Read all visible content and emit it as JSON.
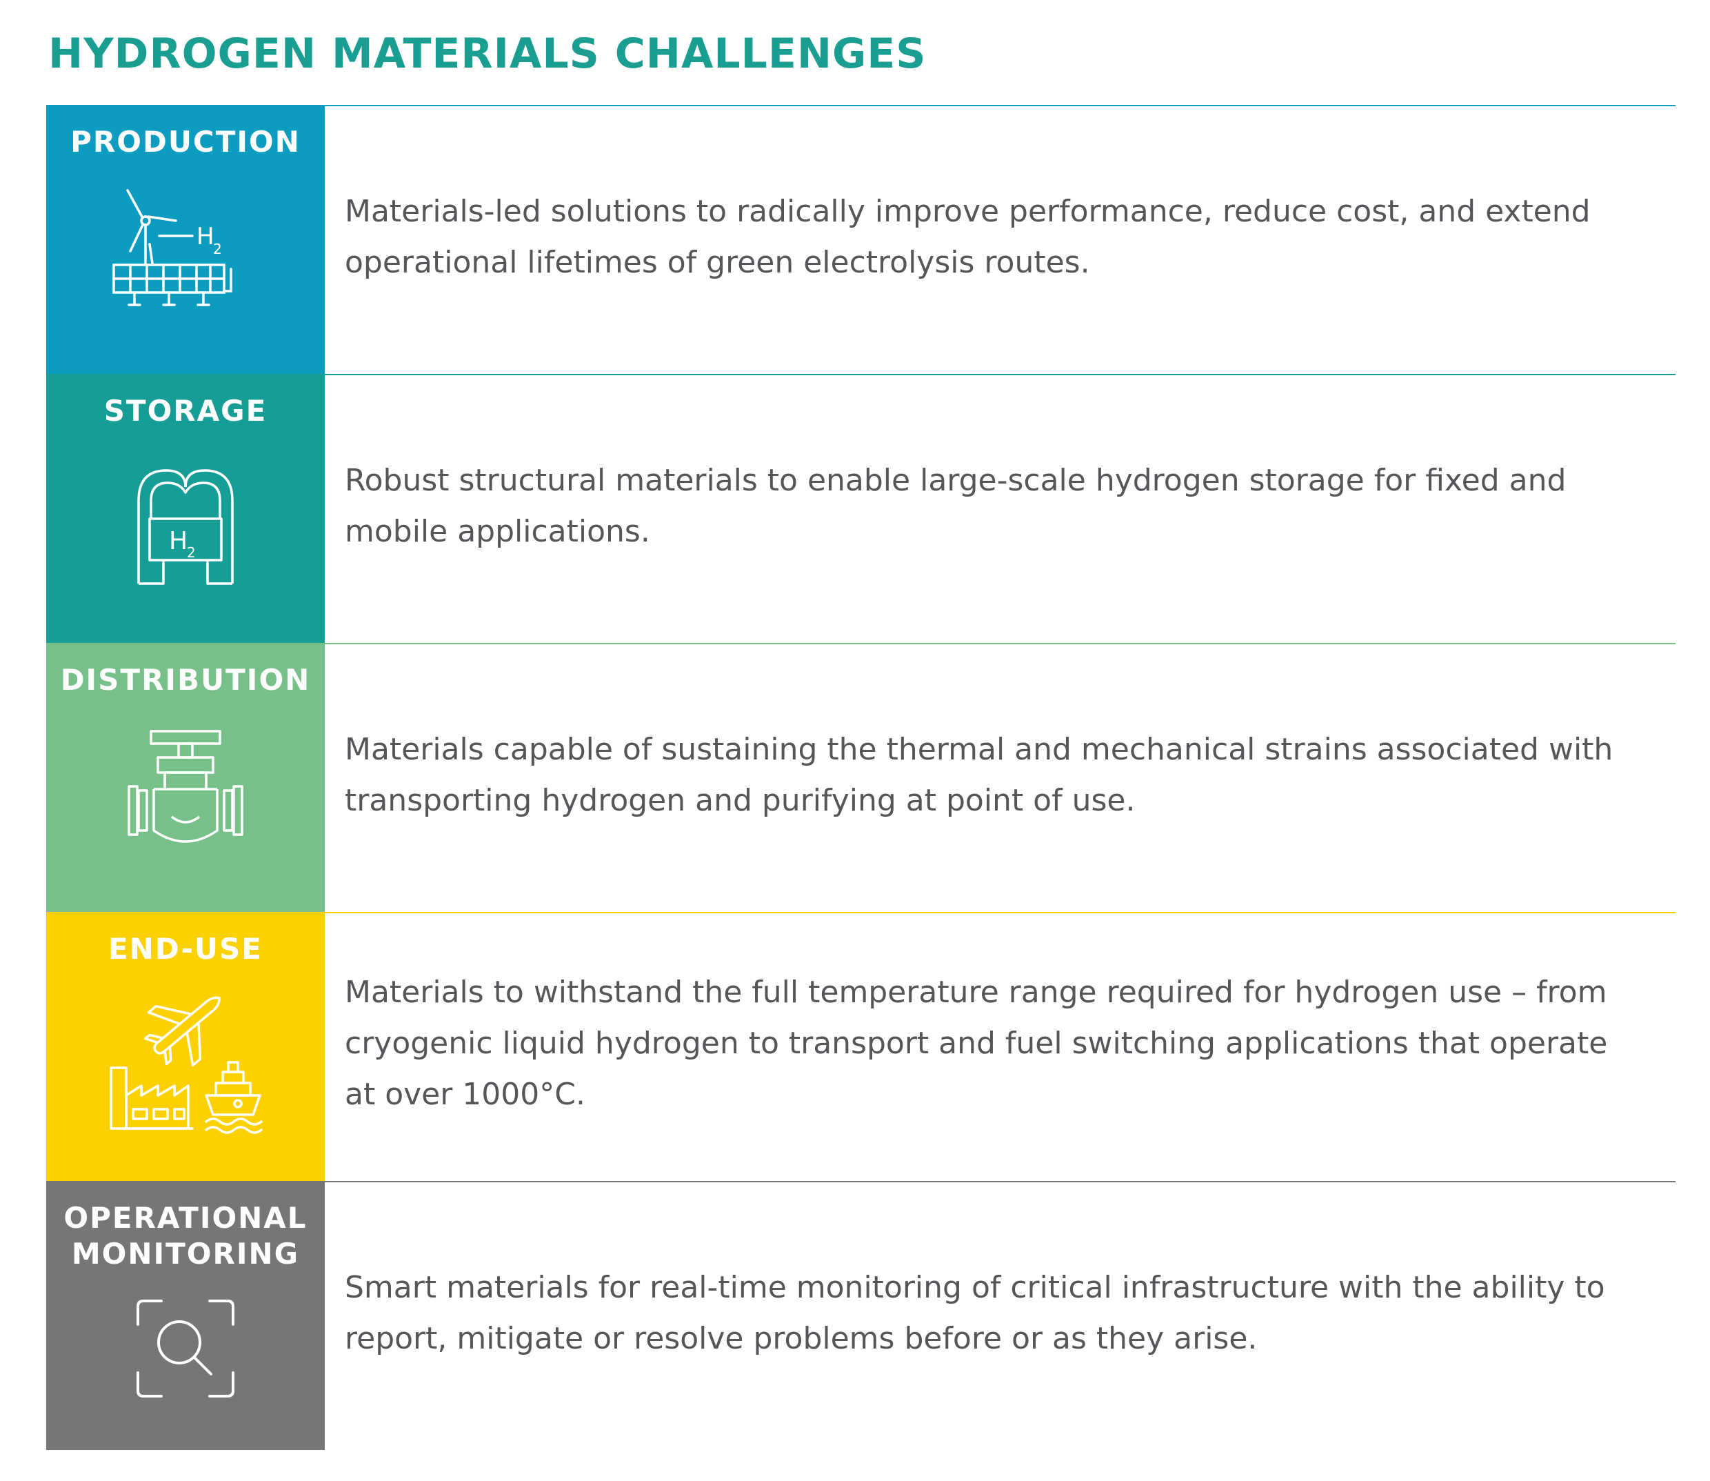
{
  "title": "HYDROGEN MATERIALS CHALLENGES",
  "colors": {
    "title": "#1a9e91",
    "production": "#0b9cc0",
    "storage": "#169e96",
    "distribution": "#78c08a",
    "end_use": "#fdd000",
    "operational_monitoring": "#767676",
    "description_text": "#55565a"
  },
  "rows": [
    {
      "label_lines": [
        "PRODUCTION"
      ],
      "icon": "wind-solar-h2-icon",
      "icon_text": "H2",
      "description": "Materials-led solutions to radically improve performance, reduce cost, and extend operational lifetimes of green electrolysis routes."
    },
    {
      "label_lines": [
        "STORAGE"
      ],
      "icon": "hydrogen-tank-icon",
      "icon_text": "H2",
      "description": "Robust structural materials to enable large-scale hydrogen storage for fixed and mobile applications."
    },
    {
      "label_lines": [
        "DISTRIBUTION"
      ],
      "icon": "pipeline-valve-icon",
      "description": "Materials capable of sustaining the thermal and mechanical strains associated with transporting hydrogen and purifying at point of use."
    },
    {
      "label_lines": [
        "END-USE"
      ],
      "icon": "plane-factory-ship-icon",
      "description": "Materials to withstand the full temperature range required for hydrogen use – from cryogenic liquid hydrogen to transport and fuel switching applications that operate at over 1000°C."
    },
    {
      "label_lines": [
        "OPERATIONAL",
        "MONITORING"
      ],
      "icon": "magnifier-scan-icon",
      "description": "Smart materials for real-time monitoring of critical infrastructure with the ability to report, mitigate or resolve problems before or as they arise."
    }
  ]
}
